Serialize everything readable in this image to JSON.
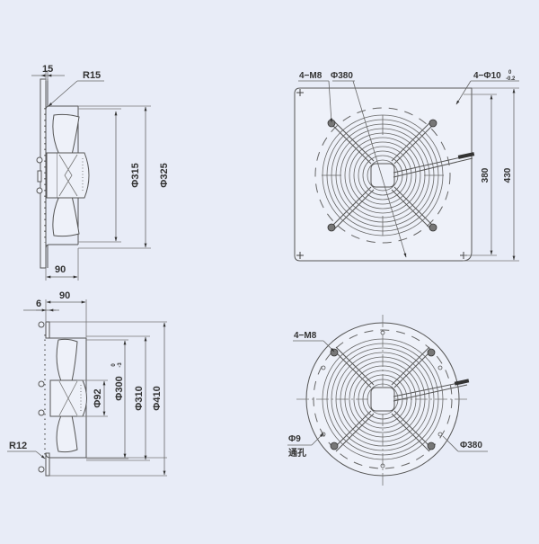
{
  "drawing": {
    "background": "#e8ecf7",
    "line_color": "#555555",
    "views": {
      "side_view_square": {
        "labels": {
          "flange_thickness": "15",
          "corner_radius": "R15",
          "blade_diameter": "Φ315",
          "housing_diameter": "Φ325",
          "depth": "90"
        }
      },
      "front_view_square": {
        "labels": {
          "mount_threads": "4−M8",
          "bolt_circle": "Φ380",
          "mount_holes": "4−Φ10",
          "mount_holes_tol_upper": "0",
          "mount_holes_tol_lower": "-0.2",
          "hole_spacing": "380",
          "plate_size": "430"
        }
      },
      "side_view_round": {
        "labels": {
          "depth": "90",
          "flange_thickness": "6",
          "corner_radius": "R12",
          "motor_diameter": "Φ92",
          "blade_diameter": "Φ300",
          "blade_tol_upper": "0",
          "blade_tol_lower": "-3",
          "housing_diameter": "Φ310",
          "flange_diameter": "Φ410"
        }
      },
      "front_view_round": {
        "labels": {
          "mount_threads": "4−M8",
          "through_hole": "Φ9",
          "through_hole_note": "通孔",
          "bolt_circle": "Φ380"
        }
      }
    }
  }
}
